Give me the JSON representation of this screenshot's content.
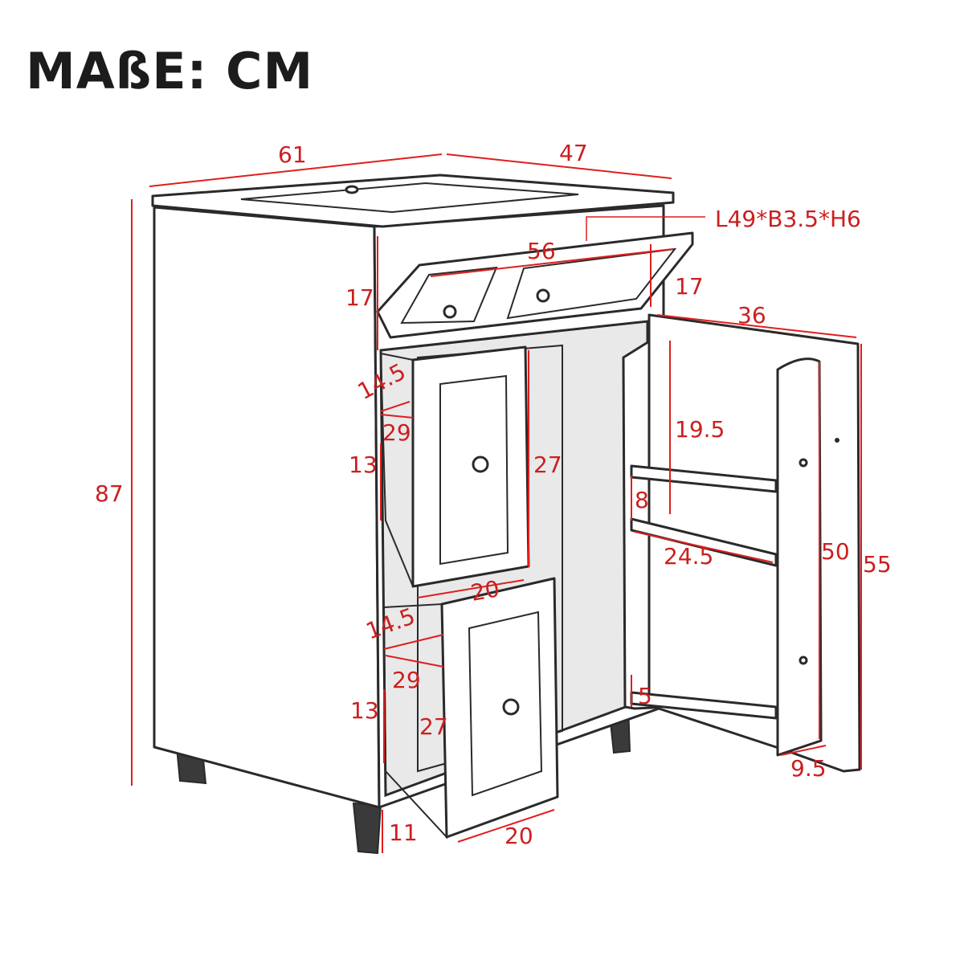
{
  "title": "MAßE: CM",
  "dimensions": {
    "width": "61",
    "depth": "47",
    "height": "87",
    "basin_drawer_width": "56",
    "basin_drawer_spec": "L49*B3.5*H6",
    "basin_drawer_height_left": "17",
    "basin_drawer_height_right": "17",
    "upper_drawer_depth": "14.5",
    "upper_drawer_inner_width": "29",
    "upper_drawer_inner_height": "13",
    "upper_drawer_front_height": "27",
    "upper_drawer_front_width": "20",
    "lower_drawer_depth": "14.5",
    "lower_drawer_inner_width": "29",
    "lower_drawer_inner_height": "13",
    "lower_drawer_front_height": "27",
    "lower_drawer_front_width": "20",
    "leg_height": "11",
    "door_width": "36",
    "door_shelf_upper_gap": "19.5",
    "door_shelf_height": "8",
    "door_shelf_width": "24.5",
    "door_inner_height": "50",
    "door_outer_height": "55",
    "door_bottom_gap": "5",
    "door_depth": "9.5"
  },
  "colors": {
    "dimension": "#e01e1e",
    "outline": "#2a2a2a",
    "title": "#1c1c1c"
  }
}
